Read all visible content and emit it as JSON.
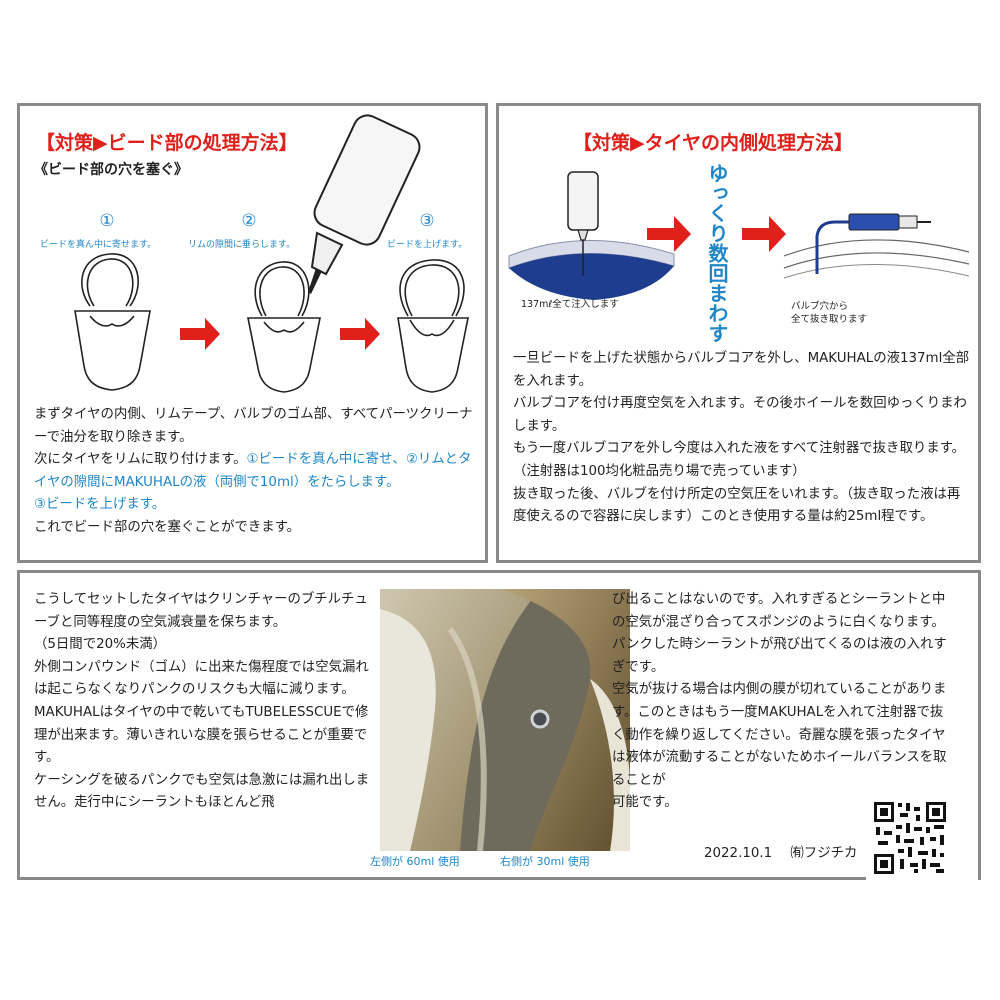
{
  "left_panel": {
    "title": "【対策▶ビード部の処理方法】",
    "subtitle": "《ビード部の穴を塞ぐ》",
    "steps": [
      {
        "num": "①",
        "label": "ビードを真ん中に寄せます。"
      },
      {
        "num": "②",
        "label": "リムの隙間に垂らします。"
      },
      {
        "num": "③",
        "label": "ビードを上げます。"
      }
    ],
    "para1": "まずタイヤの内側、リムテープ、バルブのゴム部、すべてパーツクリーナーで油分を取り除きます。",
    "para2_a": "次にタイヤをリムに取り付けます。",
    "para2_s1": "①ビードを真ん中に寄せ、",
    "para2_s2": "②リムとタイヤの隙間にMAKUHALの液（両側で10ml）をたらします。",
    "para2_s3": "③ビードを上げます。",
    "para3": "これでビード部の穴を塞ぐことができます。"
  },
  "right_panel": {
    "title": "【対策▶タイヤの内側処理方法】",
    "vertical_text": "ゆっくり数回まわす",
    "caption_left": "137mℓ全て注入します",
    "caption_right_1": "バルブ穴から",
    "caption_right_2": "全て抜き取ります",
    "para1": "一旦ビードを上げた状態からバルブコアを外し、MAKUHALの液137ml全部を入れます。",
    "para2": "バルブコアを付け再度空気を入れます。その後ホイールを数回ゆっくりまわします。",
    "para3": "もう一度バルブコアを外し今度は入れた液をすべて注射器で抜き取ります。（注射器は100均化粧品売り場で売っています）",
    "para4": "抜き取った後、バルブを付け所定の空気圧をいれます。（抜き取った液は再度使えるので容器に戻します）このとき使用する量は約25ml程です。"
  },
  "bottom_panel": {
    "col1": [
      "こうしてセットしたタイヤはクリンチャーのブチルチューブと同等程度の空気減衰量を保ちます。",
      "（5日間で20%未満）",
      "外側コンパウンド（ゴム）に出来た傷程度では空気漏れは起こらなくなりパンクのリスクも大幅に減ります。",
      "MAKUHALはタイヤの中で乾いてもTUBELESSCUEで修理が出来ます。薄いきれいな膜を張らせることが重要です。",
      "ケーシングを破るパンクでも空気は急激には漏れ出しません。走行中にシーラントもほとんど飛"
    ],
    "col2": [
      "び出ることはないのです。入れすぎるとシーラントと中の空気が混ざり合ってスポンジのように白くなります。パンクした時シーラントが飛び出てくるのは液の入れすぎです。",
      "空気が抜ける場合は内側の膜が切れていることがあります。このときはもう一度MAKUHALを入れて注射器で抜く動作を繰り返してください。奇麗な膜を張ったタイヤは液体が流動することがないためホイールバランスを取ることが",
      "可能です。"
    ],
    "photo_caption_left": "左側が 60ml 使用",
    "photo_caption_right": "右側が 30ml 使用",
    "footer_date": "2022.10.1",
    "footer_company": "㈲フジチカ"
  },
  "colors": {
    "title_red": "#e0201b",
    "accent_blue": "#1f86c8",
    "border_gray": "#8a8a8a",
    "arrow_red": "#e0201b"
  }
}
